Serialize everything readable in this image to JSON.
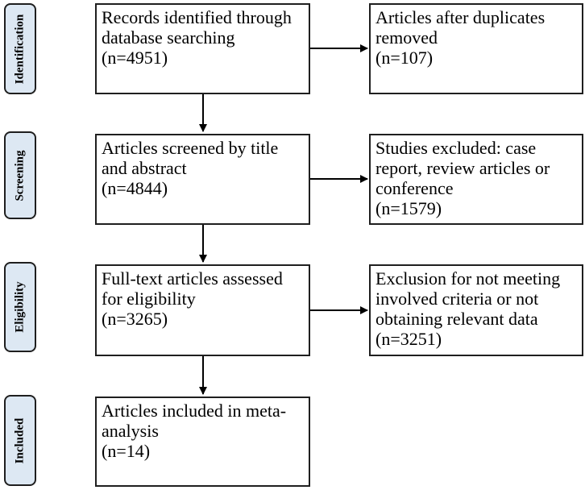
{
  "stages": [
    {
      "label": "Identification"
    },
    {
      "label": "Screening"
    },
    {
      "label": "Eligibility"
    },
    {
      "label": "Included"
    }
  ],
  "main_boxes": [
    {
      "lines": [
        "Records identified through",
        "database searching",
        "(n=4951)"
      ]
    },
    {
      "lines": [
        "Articles screened by title",
        "and abstract",
        "(n=4844)"
      ]
    },
    {
      "lines": [
        "Full-text articles assessed",
        "for eligibility",
        "(n=3265)"
      ]
    },
    {
      "lines": [
        "Articles included in meta-",
        "analysis",
        "(n=14)"
      ]
    }
  ],
  "side_boxes": [
    {
      "lines": [
        "Articles after duplicates",
        "removed",
        "(n=107)"
      ]
    },
    {
      "lines": [
        "Studies excluded: case",
        "report, review articles or",
        "conference",
        "(n=1579)"
      ]
    },
    {
      "lines": [
        "Exclusion for not meeting",
        "involved criteria or not",
        "obtaining relevant data",
        "(n=3251)"
      ]
    }
  ]
}
